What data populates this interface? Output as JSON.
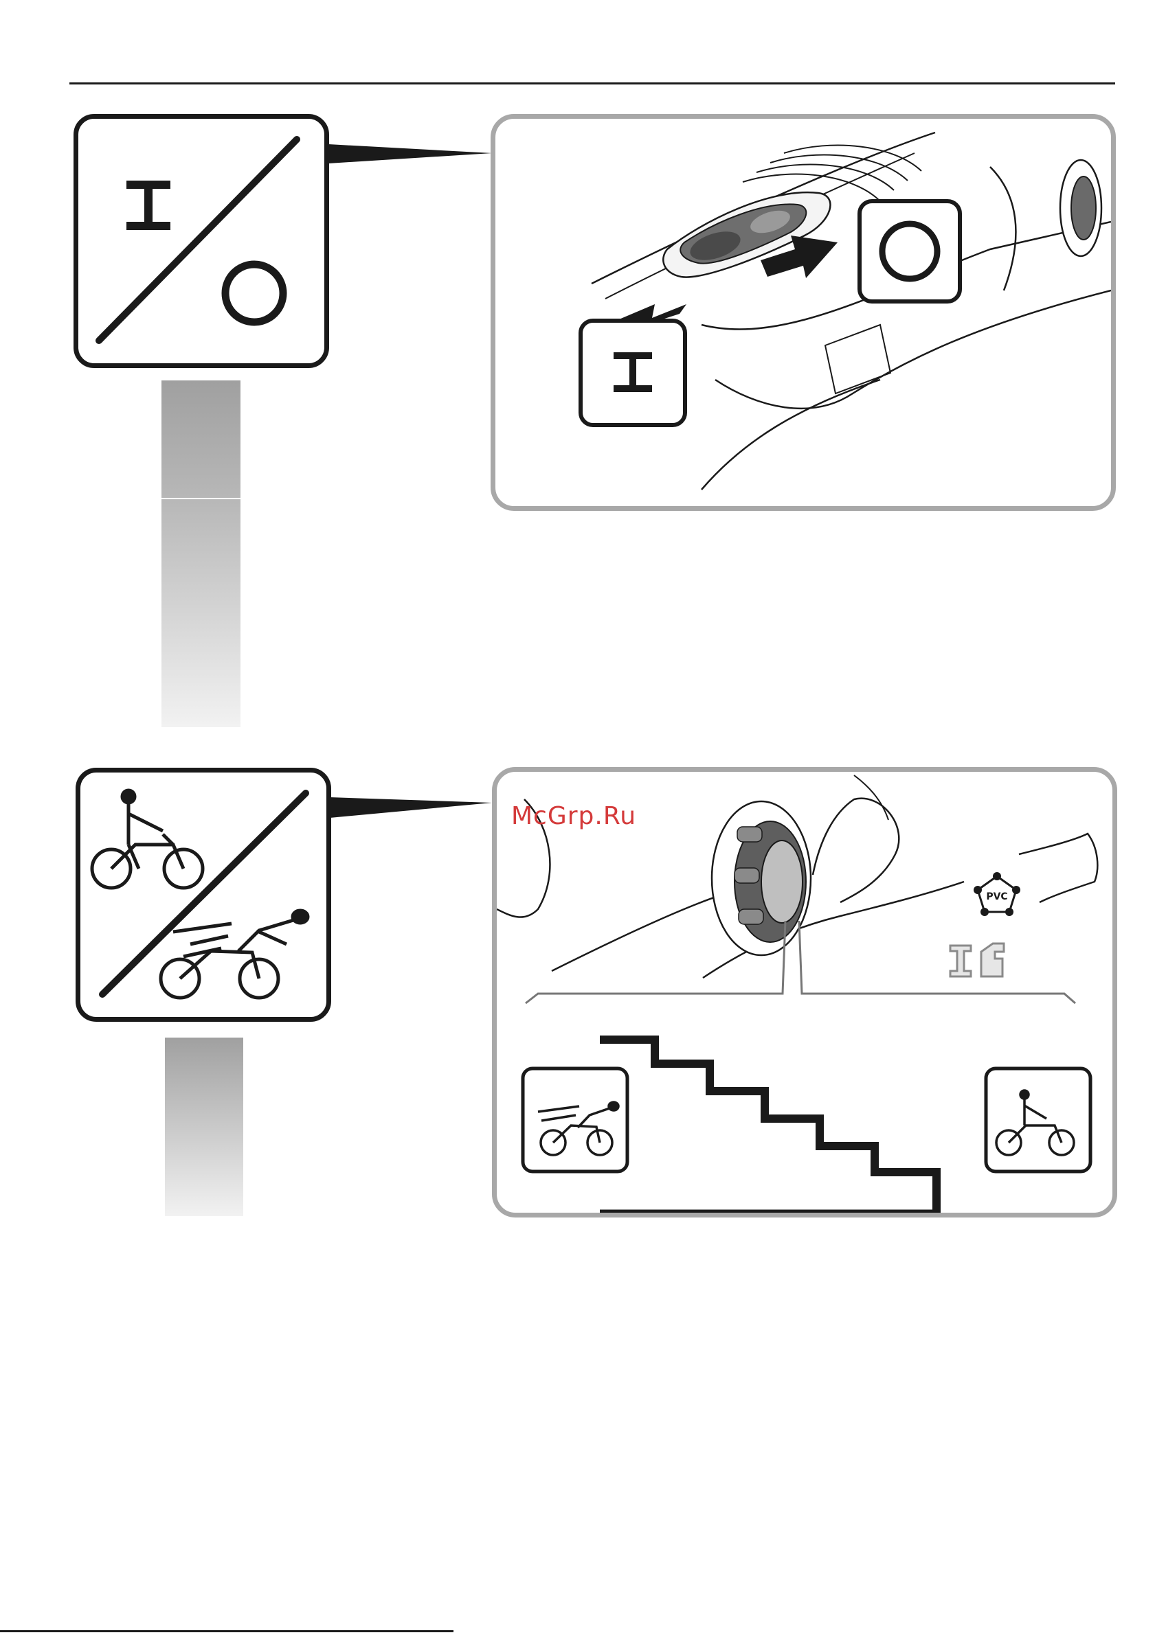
{
  "header": {
    "rule": true
  },
  "section_on_off": {
    "symbol_icon": "on-off-switch-symbol",
    "on_label": "I",
    "off_label": "O",
    "illustration": "tool-switch-slide-illustration"
  },
  "section_speed": {
    "symbol_icon": "slow-fast-cyclist-symbol",
    "illustration": "speed-dial-illustration",
    "material_icons": [
      "pvc-icon",
      "steel-beam-icon",
      "profile-icon"
    ],
    "pvc_label": "PVC",
    "fast_icon": "fast-cyclist-icon",
    "slow_icon": "slow-cyclist-icon"
  },
  "watermark": {
    "text": "McGrp.Ru",
    "color": "#d43a3a"
  },
  "colors": {
    "ink": "#1a1a1a",
    "panel_border": "#a8a8a8",
    "bar_top": "#a0a0a0"
  }
}
